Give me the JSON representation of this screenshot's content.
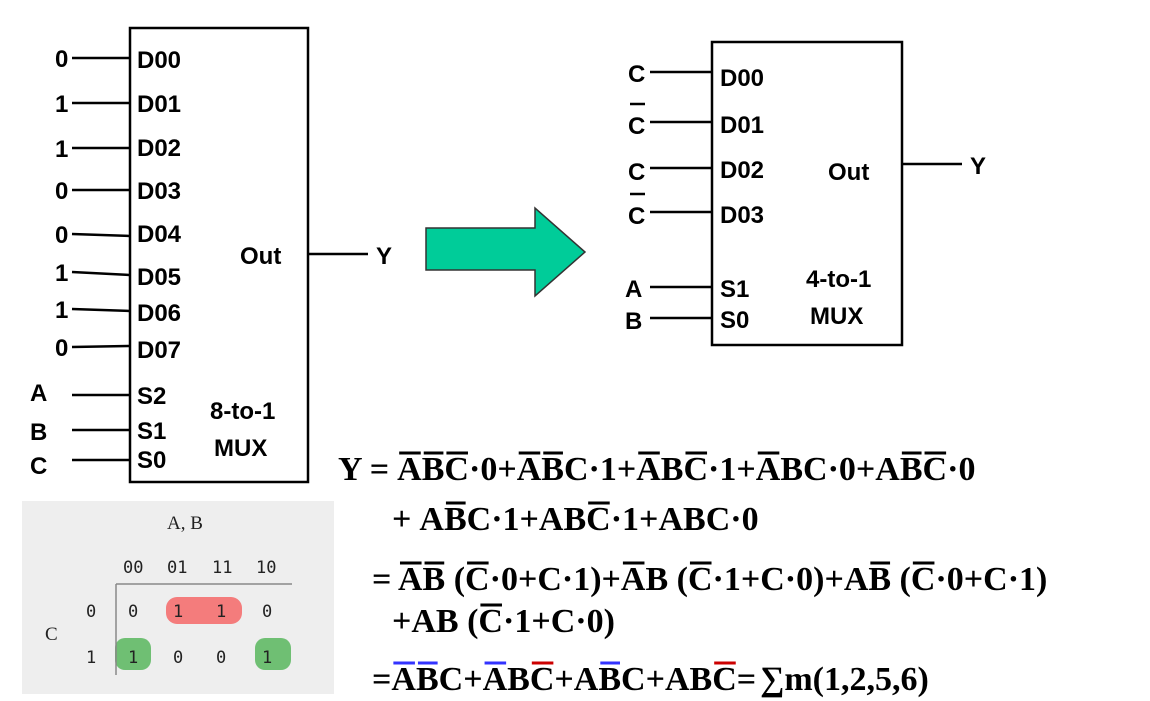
{
  "mux8": {
    "data_inputs": [
      {
        "pin": "D00",
        "value": "0"
      },
      {
        "pin": "D01",
        "value": "1"
      },
      {
        "pin": "D02",
        "value": "1"
      },
      {
        "pin": "D03",
        "value": "0"
      },
      {
        "pin": "D04",
        "value": "0"
      },
      {
        "pin": "D05",
        "value": "1"
      },
      {
        "pin": "D06",
        "value": "1"
      },
      {
        "pin": "D07",
        "value": "0"
      }
    ],
    "select_inputs": [
      {
        "pin": "S2",
        "signal": "A"
      },
      {
        "pin": "S1",
        "signal": "B"
      },
      {
        "pin": "S0",
        "signal": "C"
      }
    ],
    "out_label": "Out",
    "output_signal": "Y",
    "title_line1": "8-to-1",
    "title_line2": "MUX"
  },
  "mux4": {
    "data_inputs": [
      {
        "pin": "D00",
        "value": "C",
        "complement": false
      },
      {
        "pin": "D01",
        "value": "C",
        "complement": true
      },
      {
        "pin": "D02",
        "value": "C",
        "complement": false
      },
      {
        "pin": "D03",
        "value": "C",
        "complement": true
      }
    ],
    "select_inputs": [
      {
        "pin": "S1",
        "signal": "A"
      },
      {
        "pin": "S0",
        "signal": "B"
      }
    ],
    "out_label": "Out",
    "output_signal": "Y",
    "title_line1": "4-to-1",
    "title_line2": "MUX"
  },
  "arrow_color": "#00CC99",
  "kmap": {
    "header": "A, B",
    "columns": [
      "00",
      "01",
      "11",
      "10"
    ],
    "row_var": "C",
    "rows": [
      {
        "label": "0",
        "cells": [
          "0",
          "1",
          "1",
          "0"
        ]
      },
      {
        "label": "1",
        "cells": [
          "1",
          "0",
          "0",
          "1"
        ]
      }
    ],
    "group_red_color": "#F47C7C",
    "group_green_color": "#6FBF73"
  },
  "equation": {
    "line1_prefix": "Y = ",
    "line1": [
      {
        "parts": [
          "A",
          "B",
          "C"
        ],
        "bars": [
          true,
          true,
          true
        ],
        "coef": "0",
        "sep": "+"
      },
      {
        "parts": [
          "A",
          "B",
          "C"
        ],
        "bars": [
          true,
          true,
          false
        ],
        "coef": "1",
        "sep": "+"
      },
      {
        "parts": [
          "A",
          "B",
          "C"
        ],
        "bars": [
          true,
          false,
          true
        ],
        "coef": "1",
        "sep": "+"
      },
      {
        "parts": [
          "A",
          "B",
          "C"
        ],
        "bars": [
          true,
          false,
          false
        ],
        "coef": "0",
        "sep": "+"
      },
      {
        "parts": [
          "A",
          "B",
          "C"
        ],
        "bars": [
          false,
          true,
          true
        ],
        "coef": "0",
        "sep": ""
      }
    ],
    "line2": [
      {
        "parts": [
          "A",
          "B",
          "C"
        ],
        "bars": [
          false,
          true,
          false
        ],
        "coef": "1",
        "sep": "+"
      },
      {
        "parts": [
          "A",
          "B",
          "C"
        ],
        "bars": [
          false,
          false,
          true
        ],
        "coef": "1",
        "sep": "+"
      },
      {
        "parts": [
          "A",
          "B",
          "C"
        ],
        "bars": [
          false,
          false,
          false
        ],
        "coef": "0",
        "sep": ""
      }
    ],
    "line3_text": "= AB (C·0+C·1)+AB (C·1+C·0)+AB (C·0+C·1)",
    "line4_text": "+AB (C·1+C·0)",
    "line5": {
      "terms": [
        "ABC",
        "ABC",
        "ABC",
        "ABC"
      ],
      "sum": "∑m(1,2,5,6)"
    },
    "colors": {
      "ab": "#3333FF",
      "c": "#CC0000",
      "sum": "#997700"
    }
  }
}
